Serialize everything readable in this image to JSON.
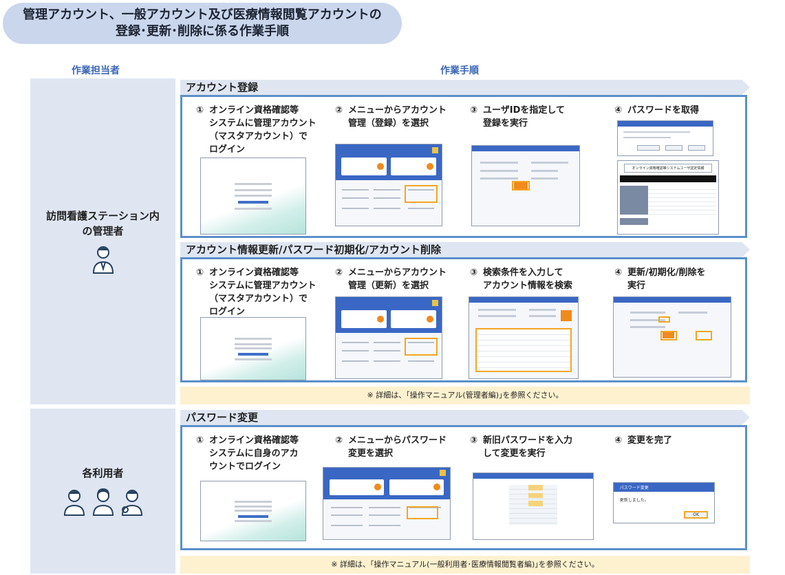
{
  "title": {
    "line1": "管理アカウント、一般アカウント及び医療情報閲覧アカウントの",
    "line2": "登録･更新･削除に係る作業手順"
  },
  "headers": {
    "worker": "作業担当者",
    "procedure": "作業手順"
  },
  "actors": {
    "admin": {
      "line1": "訪問看護ステーション内",
      "line2": "の管理者",
      "icon": "person-icon"
    },
    "users": {
      "label": "各利用者",
      "icon": "person-group-icon"
    }
  },
  "sections": {
    "register": {
      "title": "アカウント登録",
      "steps": [
        {
          "num": "①",
          "lines": [
            "オンライン資格確認等",
            "システムに管理アカウント",
            "（マスタアカウント）で",
            "ログイン"
          ]
        },
        {
          "num": "②",
          "lines": [
            "メニューからアカウント",
            "管理（登録）を選択"
          ]
        },
        {
          "num": "③",
          "lines": [
            "ユーザIDを指定して",
            "登録を実行"
          ]
        },
        {
          "num": "④",
          "lines": [
            "パスワードを取得"
          ]
        }
      ],
      "dialog_banner": "オンライン資格確認等システムユーザ認定情報"
    },
    "update": {
      "title": "アカウント情報更新/パスワード初期化/アカウント削除",
      "steps": [
        {
          "num": "①",
          "lines": [
            "オンライン資格確認等",
            "システムに管理アカウント",
            "（マスタアカウント）で",
            "ログイン"
          ]
        },
        {
          "num": "②",
          "lines": [
            "メニューからアカウント",
            "管理（更新）を選択"
          ]
        },
        {
          "num": "③",
          "lines": [
            "検索条件を入力して",
            "アカウント情報を検索"
          ]
        },
        {
          "num": "④",
          "lines": [
            "更新/初期化/削除を",
            "実行"
          ]
        }
      ],
      "note": "※ 詳細は、｢操作マニュアル(管理者編)｣を参照ください。"
    },
    "password": {
      "title": "パスワード変更",
      "steps": [
        {
          "num": "①",
          "lines": [
            "オンライン資格確認等",
            "システムに自身のアカ",
            "ウントでログイン"
          ]
        },
        {
          "num": "②",
          "lines": [
            "メニューからパスワード",
            "変更を選択"
          ]
        },
        {
          "num": "③",
          "lines": [
            "新旧パスワードを入力",
            "して変更を実行"
          ]
        },
        {
          "num": "④",
          "lines": [
            "変更を完了"
          ]
        }
      ],
      "dialog": {
        "title": "パスワード変更",
        "message": "更新しました。",
        "ok": "OK"
      },
      "note": "※ 詳細は、｢操作マニュアル(一般利用者･医療情報閲覧者編)｣を参照ください。"
    }
  },
  "colors": {
    "title_bg": "#c9d6ec",
    "header_text": "#3a66b6",
    "left_bg": "#dfe6f2",
    "section_border": "#5b8fc9",
    "note_bg": "#fdf1cf",
    "accent_orange": "#f08a1c",
    "highlight": "#f2a623"
  }
}
